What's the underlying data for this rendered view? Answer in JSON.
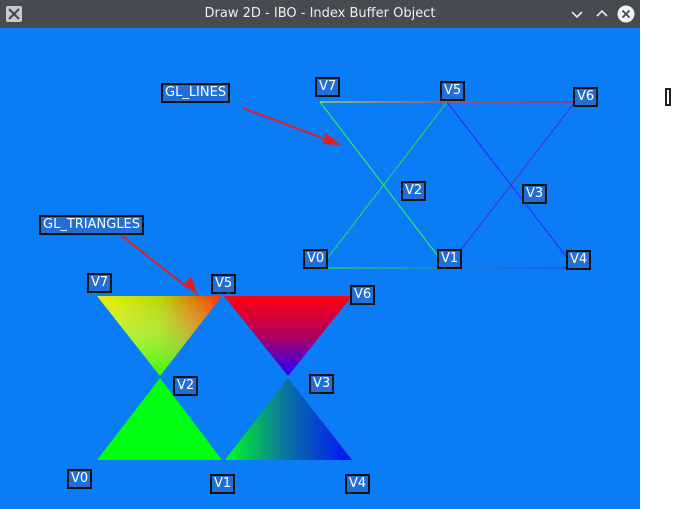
{
  "window": {
    "title": "Draw 2D - IBO - Index Buffer Object"
  },
  "titlebar_buttons": [
    "minimize-icon",
    "maximize-icon",
    "close-icon"
  ],
  "colors": {
    "background": "#0a7cf5",
    "titlebar": "#474b50",
    "arrow": "#e02020",
    "label_bg": "#1f6fd6"
  },
  "annotations": {
    "lines": "GL_LINES",
    "triangles": "GL_TRIANGLES"
  },
  "lines_labels": {
    "v7": "V7",
    "v5": "V5",
    "v6": "V6",
    "v2": "V2",
    "v3": "V3",
    "v0": "V0",
    "v1": "V1",
    "v4": "V4"
  },
  "tri_labels": {
    "v7": "V7",
    "v5": "V5",
    "v6": "V6",
    "v2": "V2",
    "v3": "V3",
    "v0": "V0",
    "v1": "V1",
    "v4": "V4"
  }
}
